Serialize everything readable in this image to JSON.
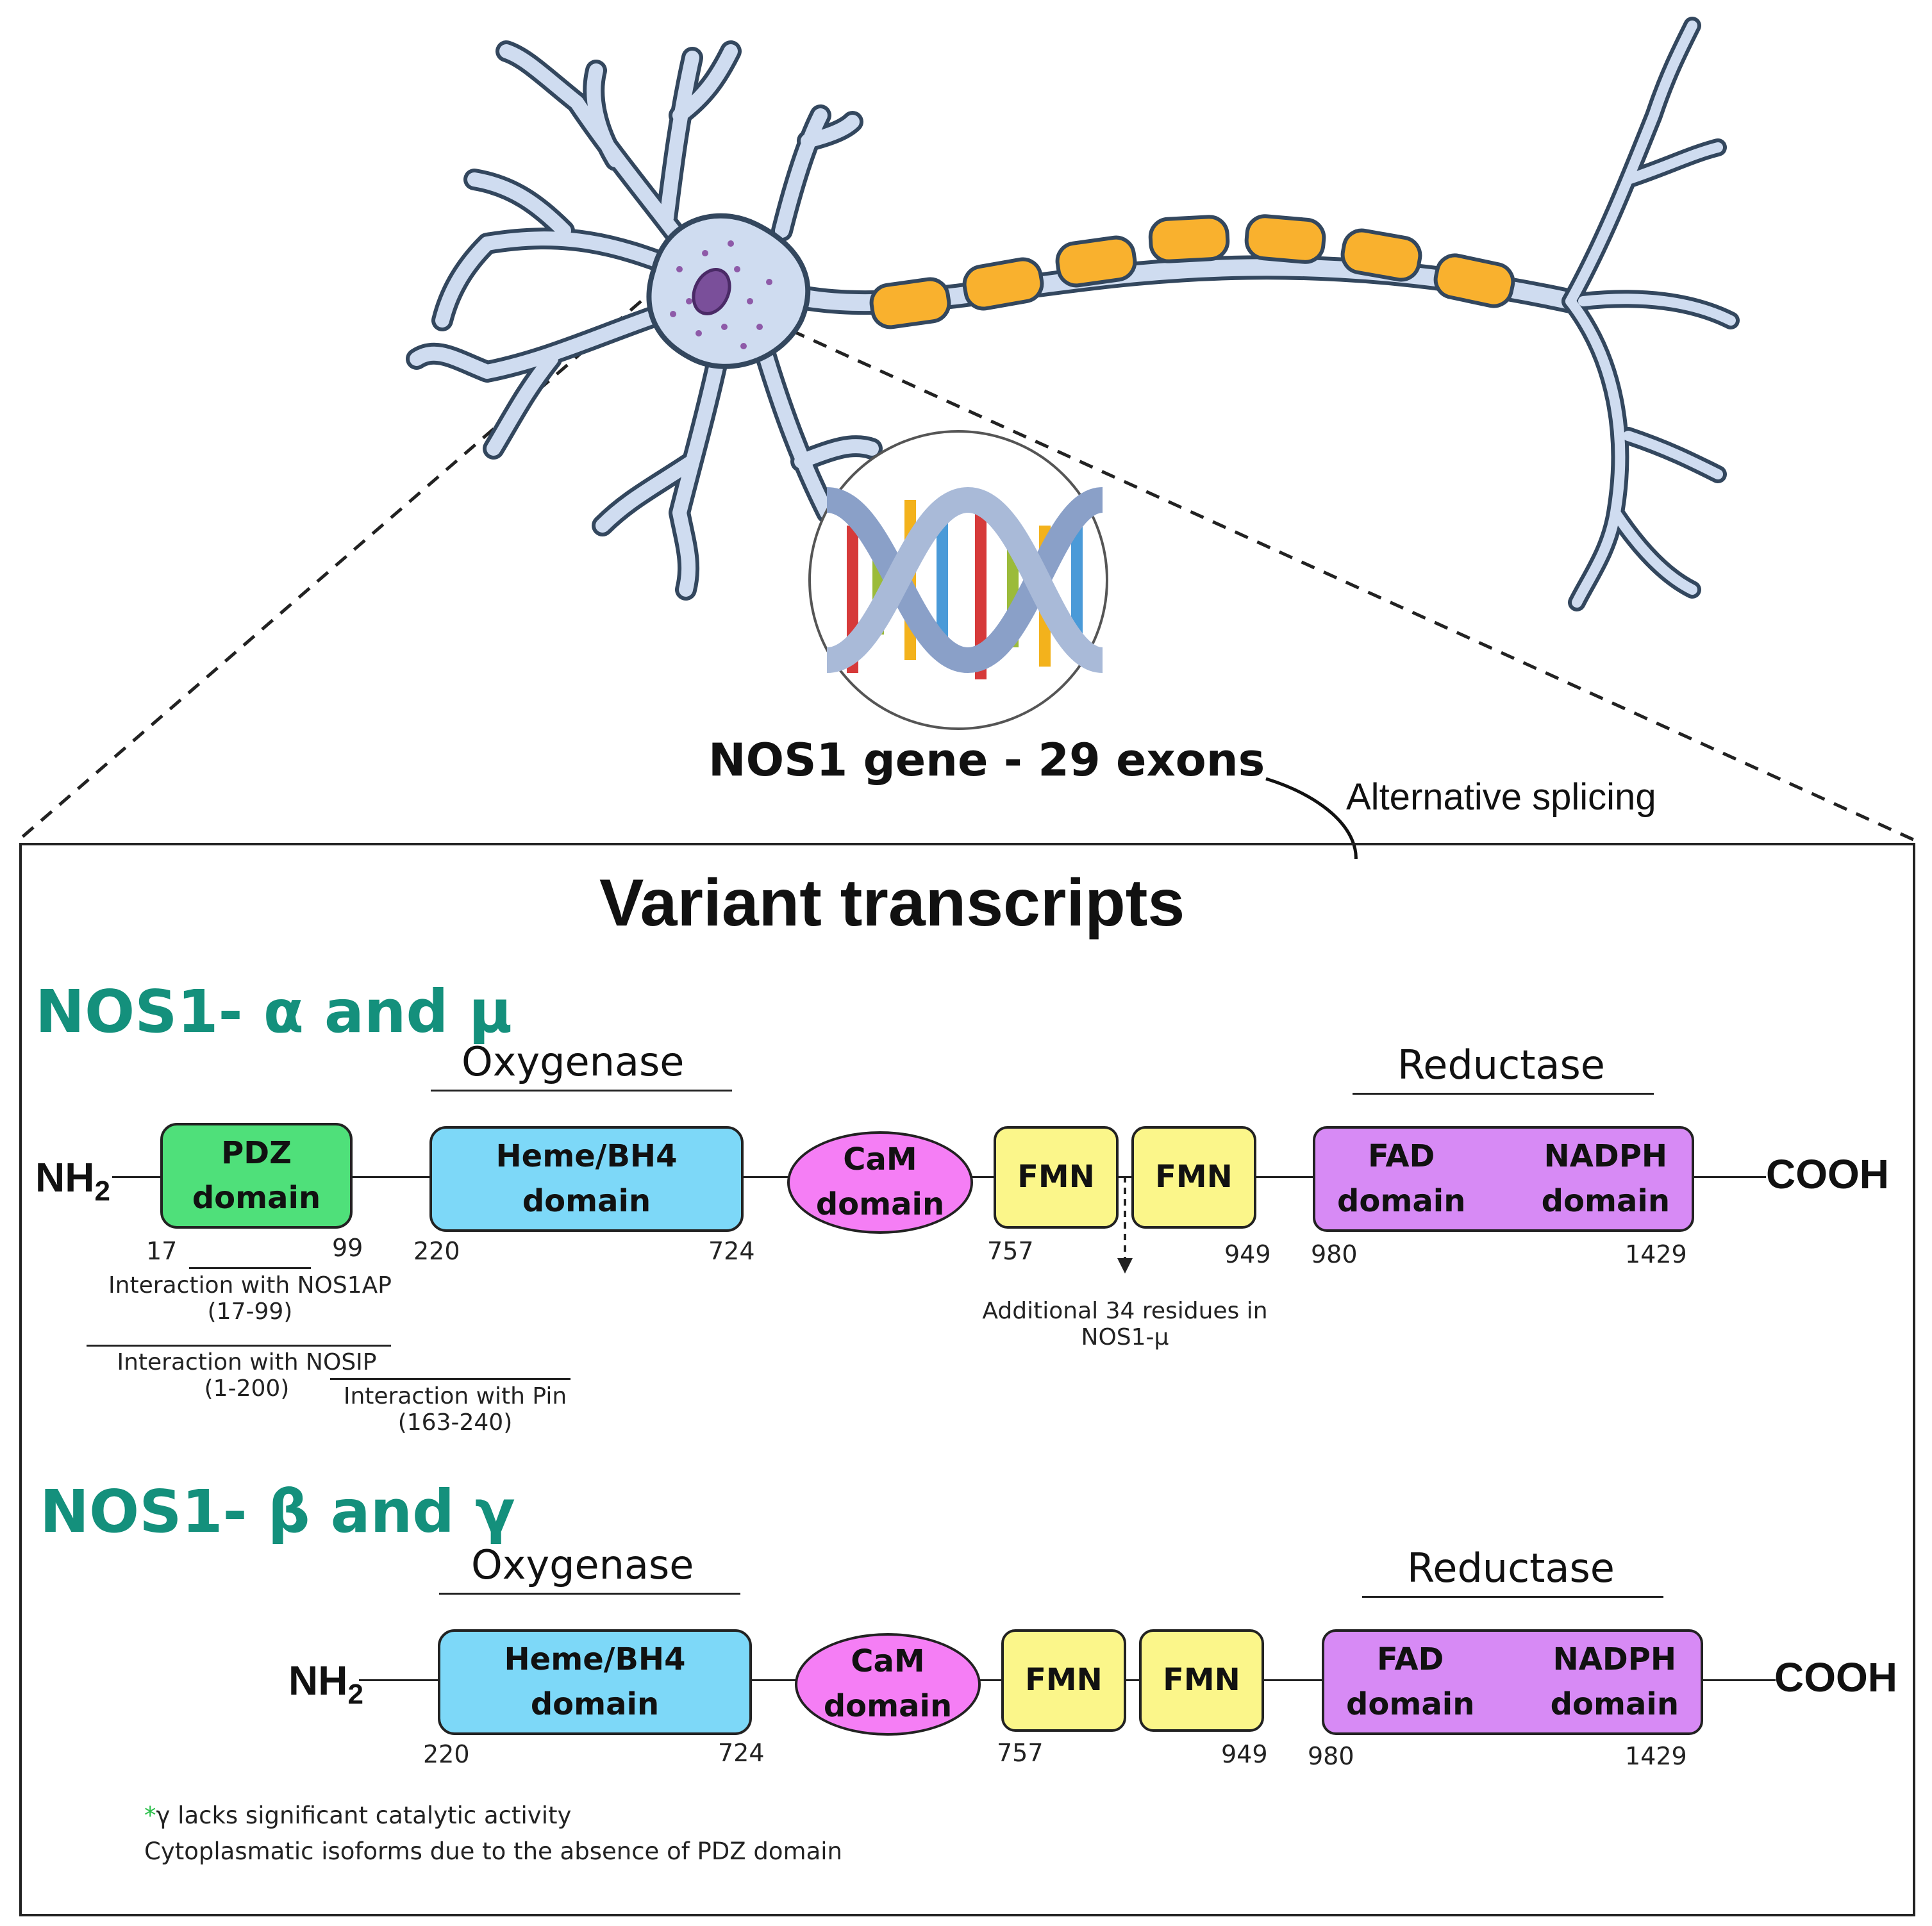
{
  "gene_label": "NOS1 gene - 29 exons",
  "splicing_label": "Alternative splicing",
  "variant_title": "Variant transcripts",
  "isoform_group_1": {
    "title": "NOS1- α and μ",
    "oxygenase": "Oxygenase",
    "reductase": "Reductase",
    "nh2": "NH",
    "nh2_sub": "2",
    "cooh": "COOH",
    "pdz": {
      "line1": "PDZ",
      "line2": "domain",
      "start": "17",
      "end": "99",
      "color": "#4fe07a"
    },
    "heme": {
      "line1": "Heme/BH4",
      "line2": "domain",
      "start": "220",
      "end": "724",
      "color": "#7dd8f8"
    },
    "cam": {
      "line1": "CaM",
      "line2": "domain",
      "color": "#f57ef5"
    },
    "fmn1": {
      "label": "FMN",
      "start": "757",
      "color": "#fbf68a"
    },
    "fmn2": {
      "label": "FMN",
      "end": "949",
      "color": "#fbf68a"
    },
    "reductase_box": {
      "fad1": "FAD",
      "fad2": "domain",
      "nadph1": "NADPH",
      "nadph2": "domain",
      "start": "980",
      "end": "1429",
      "color": "#d78af5"
    },
    "interactions": [
      {
        "line1": "Interaction with NOS1AP",
        "line2": "(17-99)"
      },
      {
        "line1": "Interaction with NOSIP",
        "line2": "(1-200)"
      },
      {
        "line1": "Interaction with Pin",
        "line2": "(163-240)"
      }
    ],
    "mu_note_1": "Additional 34 residues in",
    "mu_note_2": "NOS1-μ"
  },
  "isoform_group_2": {
    "title": "NOS1- β and γ",
    "oxygenase": "Oxygenase",
    "reductase": "Reductase",
    "nh2": "NH",
    "nh2_sub": "2",
    "cooh": "COOH",
    "heme": {
      "line1": "Heme/BH4",
      "line2": "domain",
      "start": "220",
      "end": "724"
    },
    "cam": {
      "line1": "CaM",
      "line2": "domain"
    },
    "fmn1": {
      "label": "FMN",
      "start": "757"
    },
    "fmn2": {
      "label": "FMN",
      "end": "949"
    },
    "reductase_box": {
      "fad1": "FAD",
      "fad2": "domain",
      "nadph1": "NADPH",
      "nadph2": "domain",
      "start": "980",
      "end": "1429"
    }
  },
  "footnote": {
    "star": "*",
    "line1": "γ lacks significant catalytic activity",
    "line2": "Cytoplasmatic isoforms due to the absence of PDZ domain"
  }
}
